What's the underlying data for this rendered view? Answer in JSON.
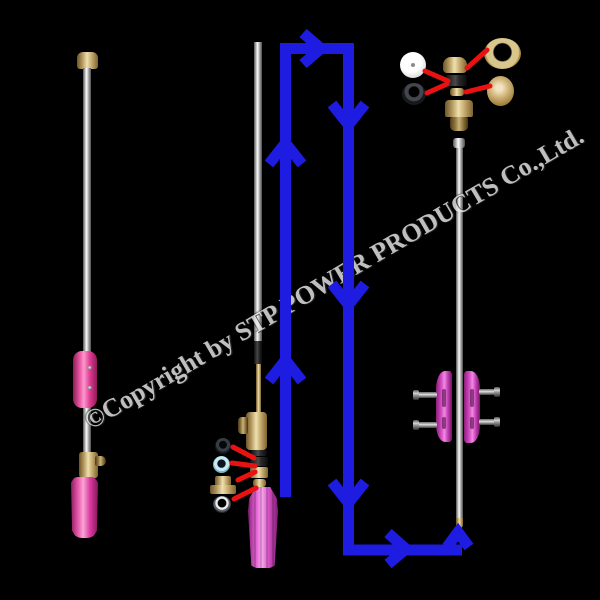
{
  "image": {
    "description": "Exploded assembly diagram of a high-pressure washer spray lance with flow arrows",
    "background": "#000000"
  },
  "watermark": {
    "text": "©Copyright by STP POWER PRODUCTS Co.,Ltd."
  },
  "colors": {
    "background": "#000000",
    "arrow-blue": "#1e1ce0",
    "leader-red": "#e81212",
    "brass-hi": "#efe0ae",
    "tube-hi": "#fdfdfd"
  },
  "assemblies": {
    "left": {
      "parts": [
        "brass nozzle tip",
        "steel lance tube",
        "pink grip sleeve",
        "grip screws",
        "brass valve body",
        "side port",
        "pink bottle handle"
      ]
    },
    "middle": {
      "parts": [
        "steel lance tube",
        "dark tube joint",
        "brass inner rod",
        "brass elbow valve",
        "side port",
        "rubber washer",
        "washer stack",
        "brass nut",
        "brass ring",
        "pink fluted handle",
        "black o-ring",
        "teal washer",
        "brass bushing",
        "metal o-ring"
      ]
    },
    "right": {
      "parts": [
        "white seal disc",
        "black grommet",
        "brass cap",
        "washer stack",
        "brass ring",
        "brass nozzle body",
        "brass hex ring nut",
        "brass end disc",
        "steel lance tube",
        "brass tube tip",
        "pink clamshell grip halves",
        "four grip screws"
      ]
    }
  },
  "arrows": {
    "style": "thick blue flow path with chevron heads",
    "path_note": "up from middle handle, across the top, down, then right and up into the right-hand tube"
  }
}
